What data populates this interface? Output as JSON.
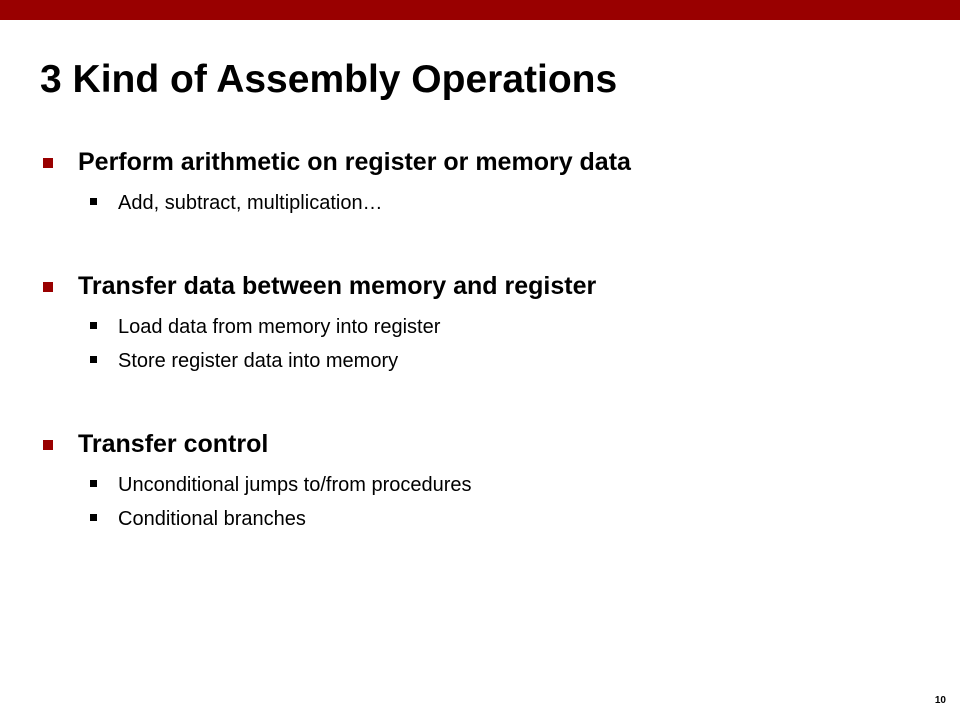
{
  "slide": {
    "title": "3 Kind of Assembly Operations",
    "page_number": "10",
    "accent_color": "#990000",
    "bullets": [
      {
        "text": "Perform arithmetic on register or memory data",
        "sub": [
          "Add, subtract, multiplication…"
        ]
      },
      {
        "text": "Transfer data between memory and register",
        "sub": [
          "Load data from memory into register",
          "Store register data into memory"
        ]
      },
      {
        "text": "Transfer control",
        "sub": [
          "Unconditional jumps to/from procedures",
          "Conditional branches"
        ]
      }
    ]
  }
}
